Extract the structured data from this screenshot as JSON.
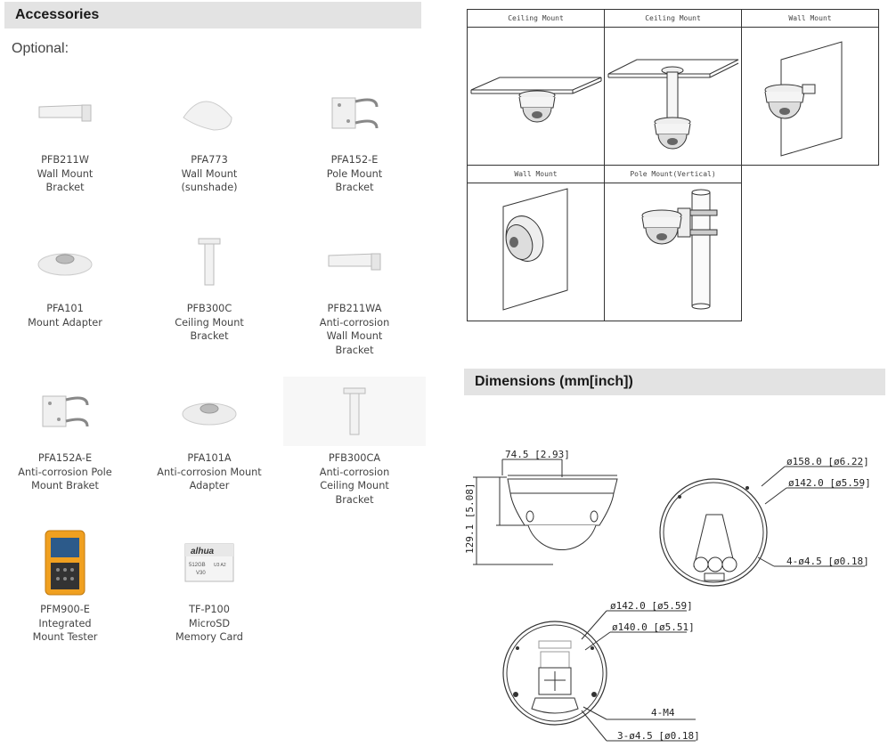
{
  "accessories": {
    "title": "Accessories",
    "optional_label": "Optional:",
    "items": [
      {
        "model": "PFB211W",
        "desc": [
          "Wall Mount",
          "Bracket"
        ],
        "icon": "wall-bracket-icon"
      },
      {
        "model": "PFA773",
        "desc": [
          "Wall Mount",
          "(sunshade)"
        ],
        "icon": "sunshade-icon"
      },
      {
        "model": "PFA152-E",
        "desc": [
          "Pole Mount",
          "Bracket"
        ],
        "icon": "pole-bracket-icon"
      },
      {
        "model": "PFA101",
        "desc": [
          "Mount Adapter"
        ],
        "icon": "mount-adapter-icon"
      },
      {
        "model": "PFB300C",
        "desc": [
          "Ceiling Mount",
          "Bracket"
        ],
        "icon": "ceiling-bracket-icon"
      },
      {
        "model": "PFB211WA",
        "desc": [
          "Anti-corrosion",
          "Wall Mount",
          "Bracket"
        ],
        "icon": "wall-bracket-icon"
      },
      {
        "model": "PFA152A-E",
        "desc": [
          "Anti-corrosion Pole",
          "Mount Braket"
        ],
        "icon": "pole-bracket-icon"
      },
      {
        "model": "PFA101A",
        "desc": [
          "Anti-corrosion Mount",
          "Adapter"
        ],
        "icon": "mount-adapter-icon"
      },
      {
        "model": "PFB300CA",
        "desc": [
          "Anti-corrosion",
          "Ceiling Mount",
          "Bracket"
        ],
        "icon": "ceiling-bracket-icon"
      },
      {
        "model": "PFM900-E",
        "desc": [
          "Integrated",
          "Mount Tester"
        ],
        "icon": "tester-device-icon"
      },
      {
        "model": "TF-P100",
        "desc": [
          "MicroSD",
          "Memory Card"
        ],
        "icon": "microsd-card-icon"
      }
    ]
  },
  "sd_card": {
    "brand": "alhua",
    "capacity": "512GB",
    "speed": "V30",
    "class": "U3 A2"
  },
  "mounts": {
    "cells": [
      "Ceiling Mount",
      "Ceiling Mount",
      "Wall Mount",
      "Wall Mount",
      "Pole Mount(Vertical)"
    ]
  },
  "dimensions": {
    "title": "Dimensions (mm[inch])",
    "side_width": "74.5 [2.93]",
    "side_height": "129.1 [5.08]",
    "top_d1": "ø158.0 [ø6.22]",
    "top_d2": "ø142.0 [ø5.59]",
    "top_holes": "4-ø4.5 [ø0.18]",
    "bottom_d1": "ø142.0 [ø5.59]",
    "bottom_d2": "ø140.0 [ø5.51]",
    "bottom_m4": "4-M4",
    "bottom_holes": "3-ø4.5 [ø0.18]"
  },
  "colors": {
    "section_bar": "#e3e3e3",
    "tester_orange": "#f0a020"
  }
}
